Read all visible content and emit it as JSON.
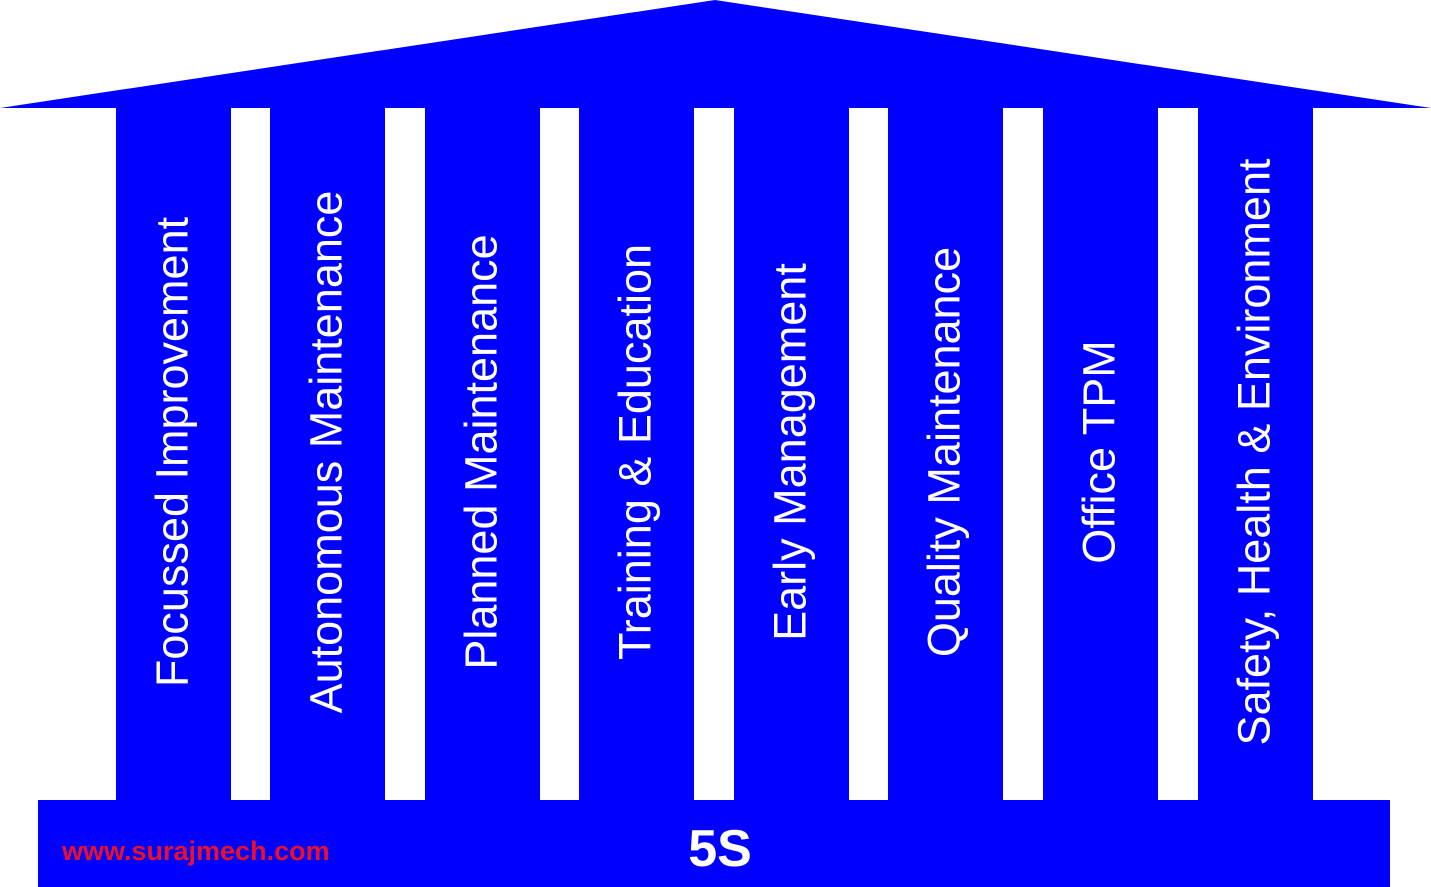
{
  "colors": {
    "structure": "#0000ff",
    "text": "#ffffff",
    "url": "#e8102a"
  },
  "pillars": [
    {
      "label": "Focussed Improvement"
    },
    {
      "label": "Autonomous Maintenance"
    },
    {
      "label": "Planned Maintenance"
    },
    {
      "label": "Training & Education"
    },
    {
      "label": "Early Management"
    },
    {
      "label": "Quality Maintenance"
    },
    {
      "label": "Office TPM"
    },
    {
      "label": "Safety, Health & Environment"
    }
  ],
  "base": {
    "label": "5S",
    "url": "www.surajmech.com"
  }
}
